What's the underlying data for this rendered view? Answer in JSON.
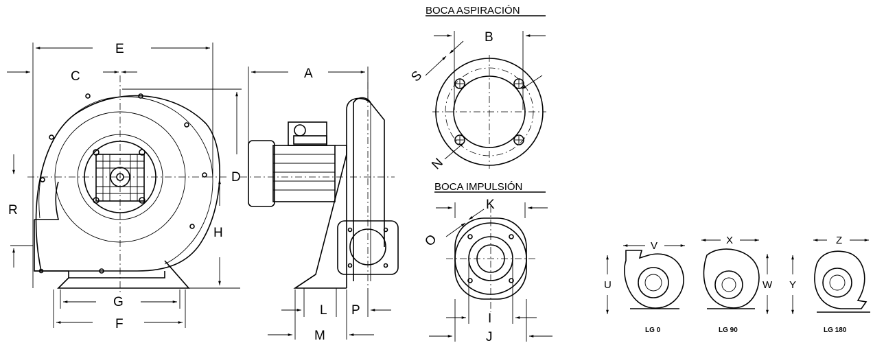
{
  "headers": {
    "inlet": "BOCA ASPIRACIÓN",
    "outlet": "BOCA IMPULSIÓN"
  },
  "dimensions": {
    "A": "A",
    "B": "B",
    "C": "C",
    "D": "D",
    "E": "E",
    "F": "F",
    "G": "G",
    "H": "H",
    "I": "I",
    "J": "J",
    "K": "K",
    "L": "L",
    "M": "M",
    "N": "N",
    "O": "O",
    "P": "P",
    "R": "R",
    "S": "S",
    "U": "U",
    "V": "V",
    "W": "W",
    "X": "X",
    "Y": "Y",
    "Z": "Z"
  },
  "positions": {
    "lg0": "LG 0",
    "lg90": "LG 90",
    "lg180": "LG 180"
  }
}
